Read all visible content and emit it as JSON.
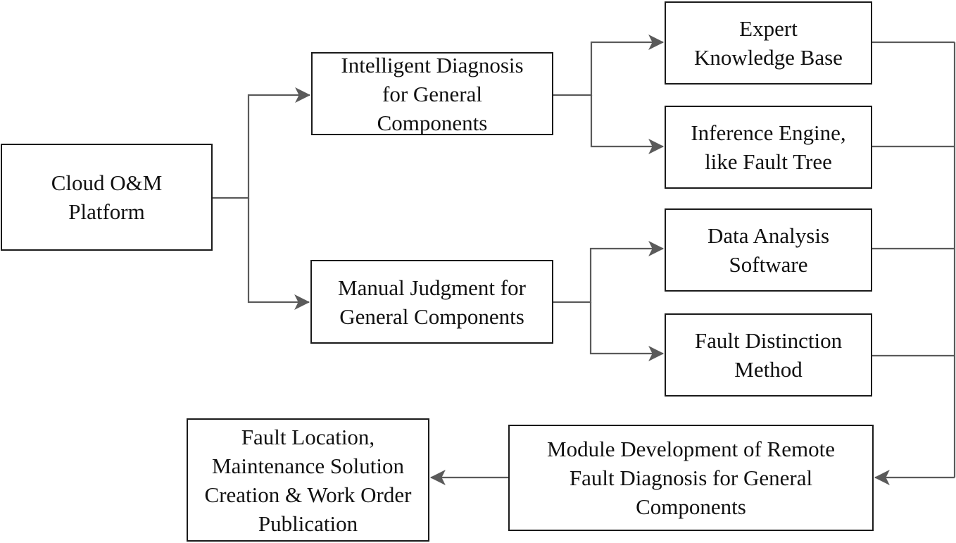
{
  "diagram": {
    "nodes": {
      "cloud_platform": "Cloud O&M\nPlatform",
      "intelligent_diagnosis": "Intelligent Diagnosis\nfor General\nComponents",
      "manual_judgment": "Manual Judgment for\nGeneral Components",
      "expert_knowledge": "Expert\nKnowledge Base",
      "inference_engine": "Inference Engine,\nlike Fault Tree",
      "data_analysis": "Data Analysis\nSoftware",
      "fault_distinction": "Fault Distinction\nMethod",
      "module_development": "Module Development of Remote\nFault Diagnosis for General\nComponents",
      "fault_location": "Fault Location,\nMaintenance Solution\nCreation & Work Order\nPublication"
    },
    "edges": [
      {
        "from": "cloud_platform",
        "to": "intelligent_diagnosis"
      },
      {
        "from": "cloud_platform",
        "to": "manual_judgment"
      },
      {
        "from": "intelligent_diagnosis",
        "to": "expert_knowledge"
      },
      {
        "from": "intelligent_diagnosis",
        "to": "inference_engine"
      },
      {
        "from": "manual_judgment",
        "to": "data_analysis"
      },
      {
        "from": "manual_judgment",
        "to": "fault_distinction"
      },
      {
        "from": "expert_knowledge",
        "to": "module_development"
      },
      {
        "from": "inference_engine",
        "to": "module_development"
      },
      {
        "from": "data_analysis",
        "to": "module_development"
      },
      {
        "from": "fault_distinction",
        "to": "module_development"
      },
      {
        "from": "module_development",
        "to": "fault_location"
      }
    ],
    "colors": {
      "border": "#1a1a1a",
      "connector": "#5a5a5a",
      "background": "#ffffff"
    }
  }
}
